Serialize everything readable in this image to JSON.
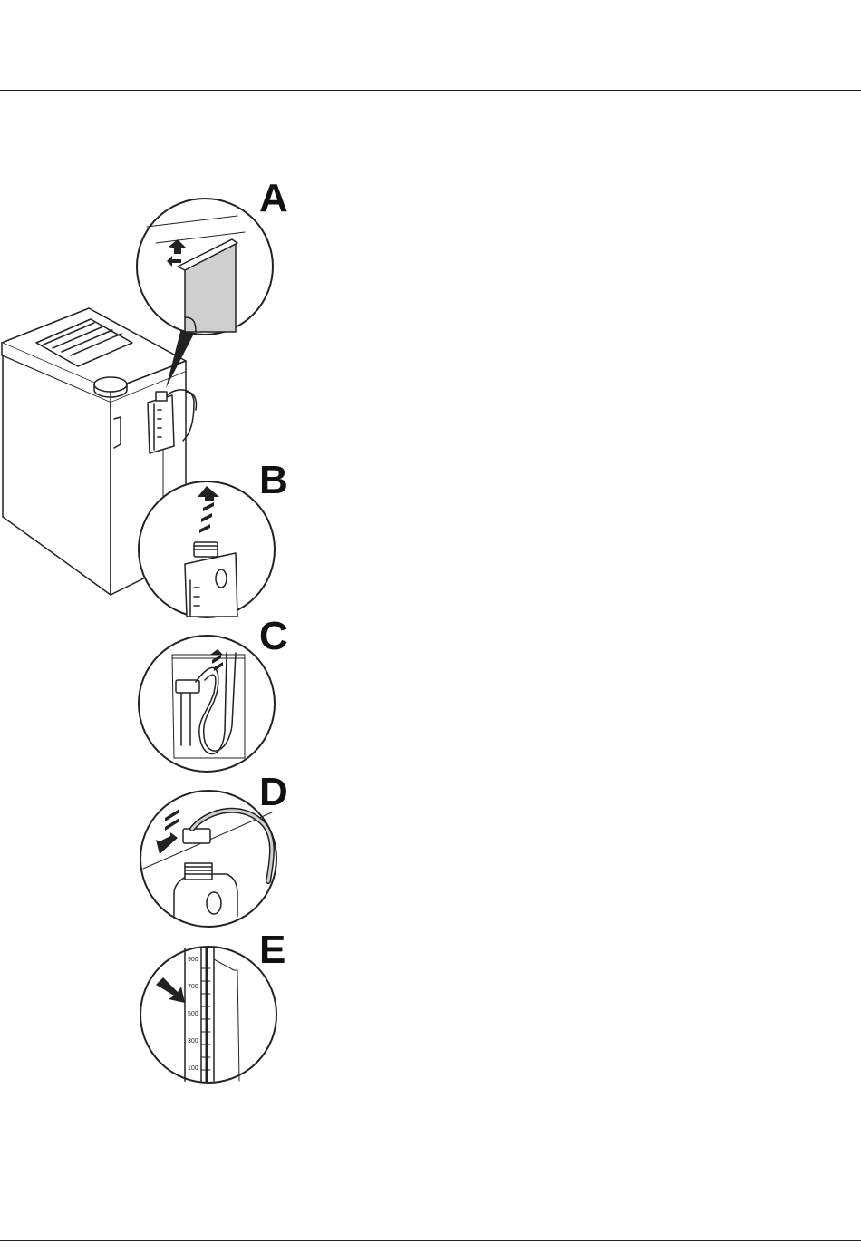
{
  "steps": [
    {
      "id": "A",
      "label": "A"
    },
    {
      "id": "B",
      "label": "B"
    },
    {
      "id": "C",
      "label": "C"
    },
    {
      "id": "D",
      "label": "D"
    },
    {
      "id": "E",
      "label": "E"
    }
  ],
  "scale_marks": [
    "900",
    "700",
    "500",
    "300",
    "100"
  ],
  "colors": {
    "line": "#222222",
    "panel_fill": "#cfcfcf",
    "background": "#ffffff"
  }
}
